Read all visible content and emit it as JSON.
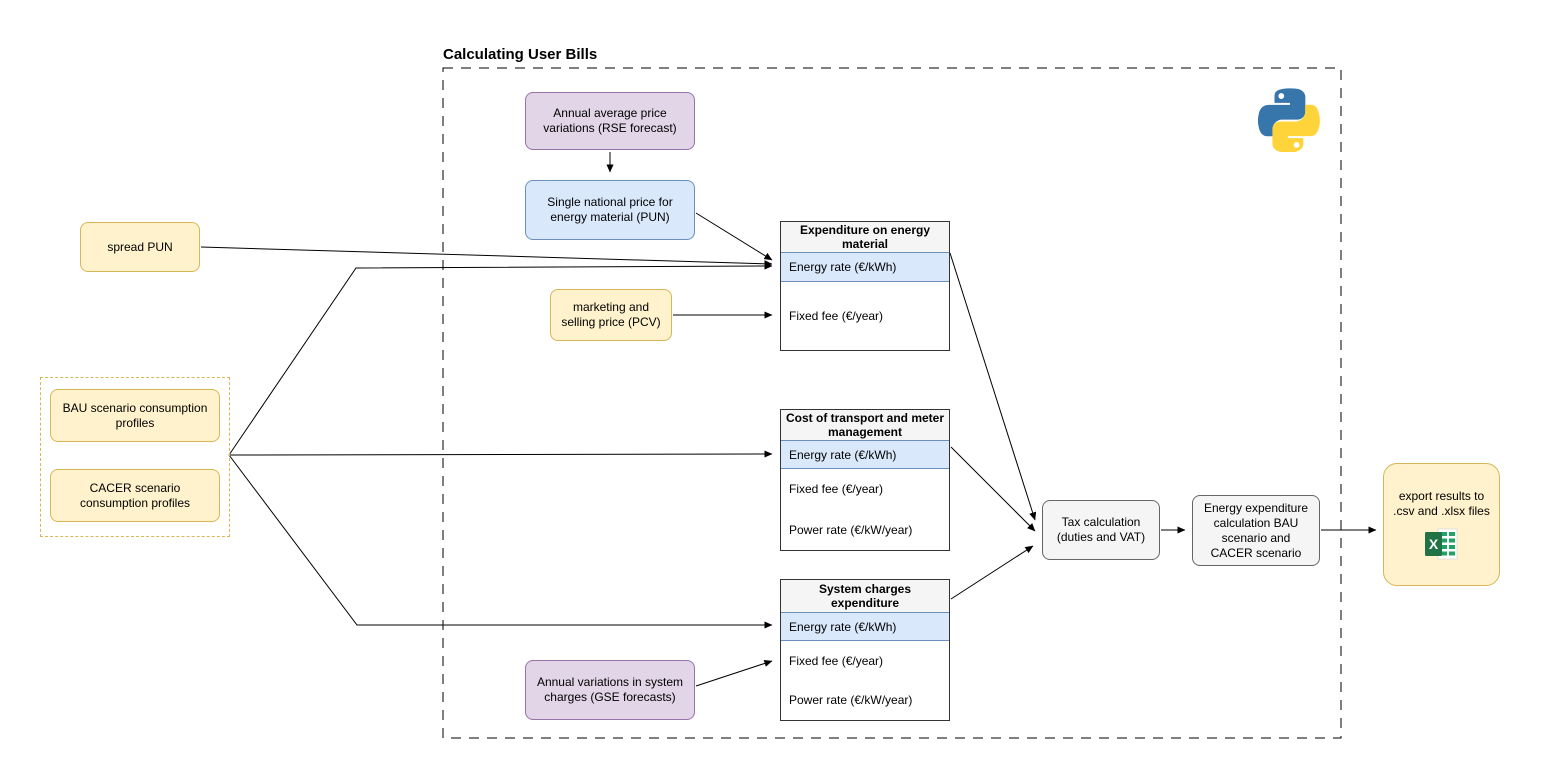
{
  "title": "Calculating User Bills",
  "nodes": {
    "rse_forecast": {
      "label": "Annual average price variations (RSE forecast)"
    },
    "pun": {
      "label": "Single national price for energy material (PUN)"
    },
    "spread_pun": {
      "label": "spread PUN"
    },
    "pcv": {
      "label": "marketing and selling price (PCV)"
    },
    "bau_profiles": {
      "label": "BAU scenario consumption profiles"
    },
    "cacer_profiles": {
      "label": "CACER scenario consumption profiles"
    },
    "gse_forecasts": {
      "label": "Annual variations in system charges (GSE forecasts)"
    },
    "tax_calculation": {
      "label": "Tax calculation (duties and VAT)"
    },
    "energy_expenditure": {
      "label": "Energy expenditure calculation BAU scenario and CACER scenario"
    },
    "export_results": {
      "label": "export results to .csv and .xlsx files"
    }
  },
  "tables": [
    {
      "header": "Expenditure on energy material",
      "rows": [
        {
          "label": "Energy rate (€/kWh)",
          "highlight": true
        },
        {
          "label": "Fixed fee (€/year)",
          "highlight": false
        }
      ]
    },
    {
      "header": "Cost of transport and meter management",
      "rows": [
        {
          "label": "Energy rate (€/kWh)",
          "highlight": true
        },
        {
          "label": "Fixed fee (€/year)",
          "highlight": false
        },
        {
          "label": "Power rate (€/kW/year)",
          "highlight": false
        }
      ]
    },
    {
      "header": "System charges expenditure",
      "rows": [
        {
          "label": "Energy rate (€/kWh)",
          "highlight": true
        },
        {
          "label": "Fixed fee (€/year)",
          "highlight": false
        },
        {
          "label": "Power rate (€/kW/year)",
          "highlight": false
        }
      ]
    }
  ],
  "icons": {
    "python": "python-logo",
    "excel": "excel-icon"
  },
  "colors": {
    "yellow_fill": "#FFF2CC",
    "yellow_stroke": "#D6B656",
    "purple_fill": "#E1D5E7",
    "purple_stroke": "#9673A6",
    "blue_fill": "#DAE8FC",
    "blue_stroke": "#6C8EBF",
    "gray_fill": "#F5F5F5",
    "gray_stroke": "#666666",
    "highlight_row_fill": "#DAE8FC",
    "python_blue": "#3776AB",
    "python_yellow": "#FFD43B",
    "excel_green": "#217346"
  }
}
